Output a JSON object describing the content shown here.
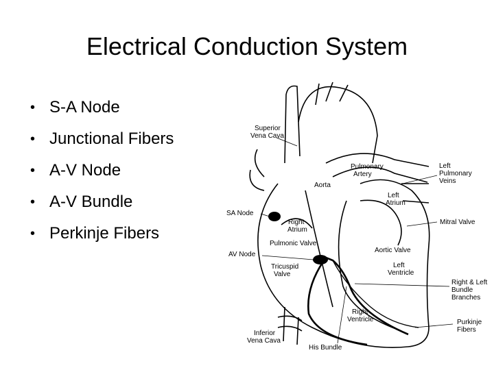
{
  "slide": {
    "title": "Electrical Conduction System",
    "bullets": [
      "S-A Node",
      "Junctional Fibers",
      "A-V Node",
      "A-V Bundle",
      "Perkinje Fibers"
    ]
  },
  "diagram": {
    "labels": {
      "superior_vena_cava": [
        "Superior",
        "Vena Cava"
      ],
      "aorta": [
        "Aorta"
      ],
      "pulmonary_artery": [
        "Pulmonary",
        "Artery"
      ],
      "left_pulmonary_veins": [
        "Left",
        "Pulmonary",
        "Veins"
      ],
      "left_atrium": [
        "Left",
        "Atrium"
      ],
      "sa_node": [
        "SA Node"
      ],
      "right_atrium": [
        "Right",
        "Atrium"
      ],
      "mitral_valve": [
        "Mitral Valve"
      ],
      "pulmonic_valve": [
        "Pulmonic Valve"
      ],
      "av_node": [
        "AV Node"
      ],
      "aortic_valve": [
        "Aortic Valve"
      ],
      "tricuspid_valve": [
        "Tricuspid",
        "Valve"
      ],
      "left_ventricle": [
        "Left",
        "Ventricle"
      ],
      "bundle_branches": [
        "Right & Left",
        "Bundle",
        "Branches"
      ],
      "right_ventricle": [
        "Right",
        "Ventricle"
      ],
      "purkinje_fibers": [
        "Purkinje",
        "Fibers"
      ],
      "inferior_vena_cava": [
        "Inferior",
        "Vena Cava"
      ],
      "his_bundle": [
        "His Bundle"
      ]
    }
  }
}
